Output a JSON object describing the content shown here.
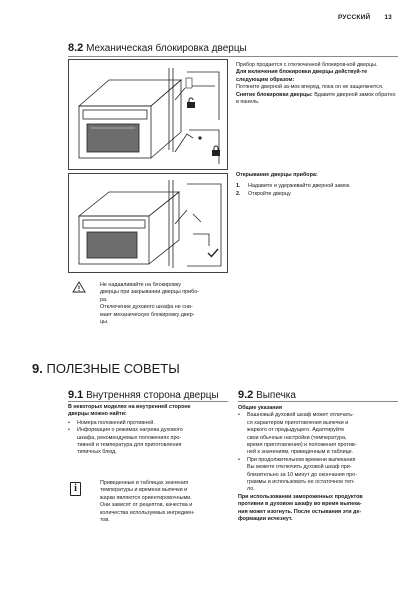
{
  "header": {
    "language": "РУССКИЙ",
    "page_number": "13"
  },
  "section_8_2": {
    "number": "8.2",
    "title": "Механическая блокировка дверцы",
    "intro_text": "Прибор продается с отключенной блокиров-кой дверцы.",
    "enable_title": "Для включения блокировки дверцы действуй-те следующим образом:",
    "enable_text": "Потяните дверной за-мок вперед, пока он не защелкнется.",
    "disable_title": "Снятие блокировки дверцы:",
    "disable_text": "Вдавите дверной замок обратно в панель.",
    "open_title": "Открывание дверцы прибора:",
    "open_steps": [
      {
        "n": "1.",
        "text": "Надавите и удерживайте дверной замок."
      },
      {
        "n": "2.",
        "text": "Откройте дверцу."
      }
    ],
    "warning_lines": [
      "Не надавливайте на блокировку",
      "дверцы при закрывании дверцы прибо-",
      "ра.",
      "Отключение духового шкафа не сни-",
      "мает механическую блокировку двер-",
      "цы."
    ]
  },
  "section_9": {
    "number": "9.",
    "title": "ПОЛЕЗНЫЕ СОВЕТЫ",
    "sub_9_1": {
      "number": "9.1",
      "title": "Внутренняя сторона дверцы",
      "lead_lines": [
        "В некоторых моделях на внутренней стороне",
        "дверцы можно найти:"
      ],
      "bullets": [
        [
          "Номера положений противней."
        ],
        [
          "Информация о режимах нагрева духового",
          "шкафа, рекомендуемых положениях про-",
          "тивней и температура для приготовления",
          "типичных блюд."
        ]
      ],
      "info_lines": [
        "Приведенные в таблицах значения",
        "температуры и времени выпечки и",
        "жарки являются ориентировочными.",
        "Они зависят от рецептов, качества и",
        "количества используемых ингредиен-",
        "тов."
      ]
    },
    "sub_9_2": {
      "number": "9.2",
      "title": "Выпечка",
      "general_title": "Общие указания",
      "bullets": [
        [
          "Вашновый духовой шкаф может отличать-",
          "ся характером приготовления выпечки и",
          "жаркого от предыдущего. Адаптируйте",
          "свои обычные настройки (температура,",
          "время приготовления) и положения против-",
          "ней к значениям, приведенным в таблице."
        ],
        [
          "При продолжительном времени выпекания",
          "Вы можете отключить духовой шкаф при-",
          "близительно за 10 минут до окончания про-",
          "граммы и использовать ее остаточное теп-",
          "ло."
        ]
      ],
      "frozen_lines": [
        "При использовании замороженных продуктов",
        "противни в духовом шкафу во время выпека-",
        "ния может изогнуть. После остывания эти де-",
        "формации исчезнут."
      ]
    }
  },
  "icons": [
    "lock-open-icon",
    "lock-closed-icon",
    "check-icon",
    "warning-icon",
    "info-icon"
  ]
}
